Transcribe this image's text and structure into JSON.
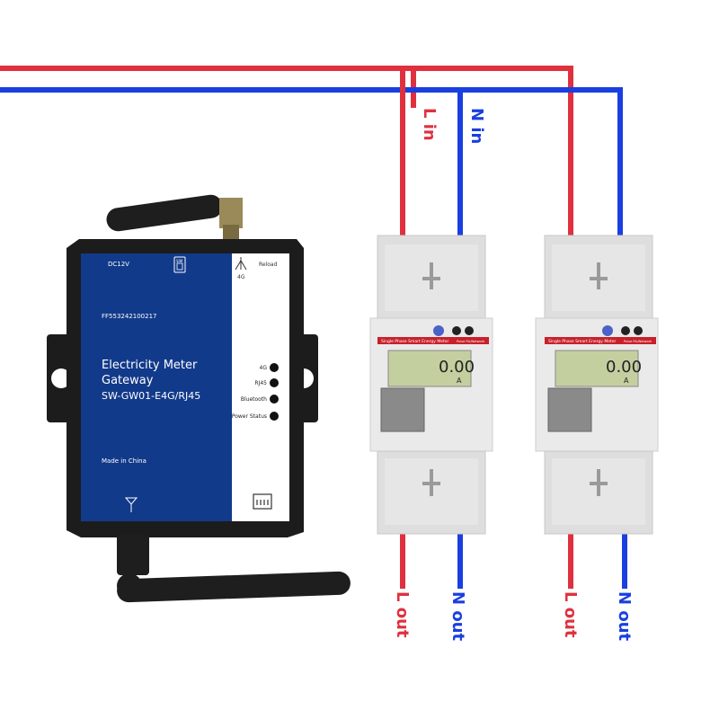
{
  "gateway": {
    "title_line1": "Electricity Meter",
    "title_line2": "Gateway",
    "model": "SW-GW01-E4G/RJ45",
    "power_spec": "DC12V",
    "sim_label": "SIM",
    "antenna_label": "4G",
    "reload_label": "Reload",
    "serial": "FF553242100217",
    "origin": "Made in China",
    "indicators": [
      "4G",
      "RJ45",
      "Bluetooth",
      "Power Status"
    ]
  },
  "meters": [
    {
      "brand_strip": "Single Phase Smart Energy Meter",
      "pulse_label": "Pulse Flk/Network",
      "reading": "0.00",
      "unit": "A"
    },
    {
      "brand_strip": "Single Phase Smart Energy Meter",
      "pulse_label": "Pulse Flk/Network",
      "reading": "0.00",
      "unit": "A"
    }
  ],
  "wires": {
    "l_in": "L in",
    "n_in": "N in",
    "l_out": "L out",
    "n_out": "N out"
  },
  "colors": {
    "live": "#e0303e",
    "neutral": "#1a3fe0",
    "gateway_blue": "#123a8a",
    "device_black": "#1c1c1c",
    "meter_grey": "#dcdcdc",
    "lcd": "#c4cfa0"
  }
}
